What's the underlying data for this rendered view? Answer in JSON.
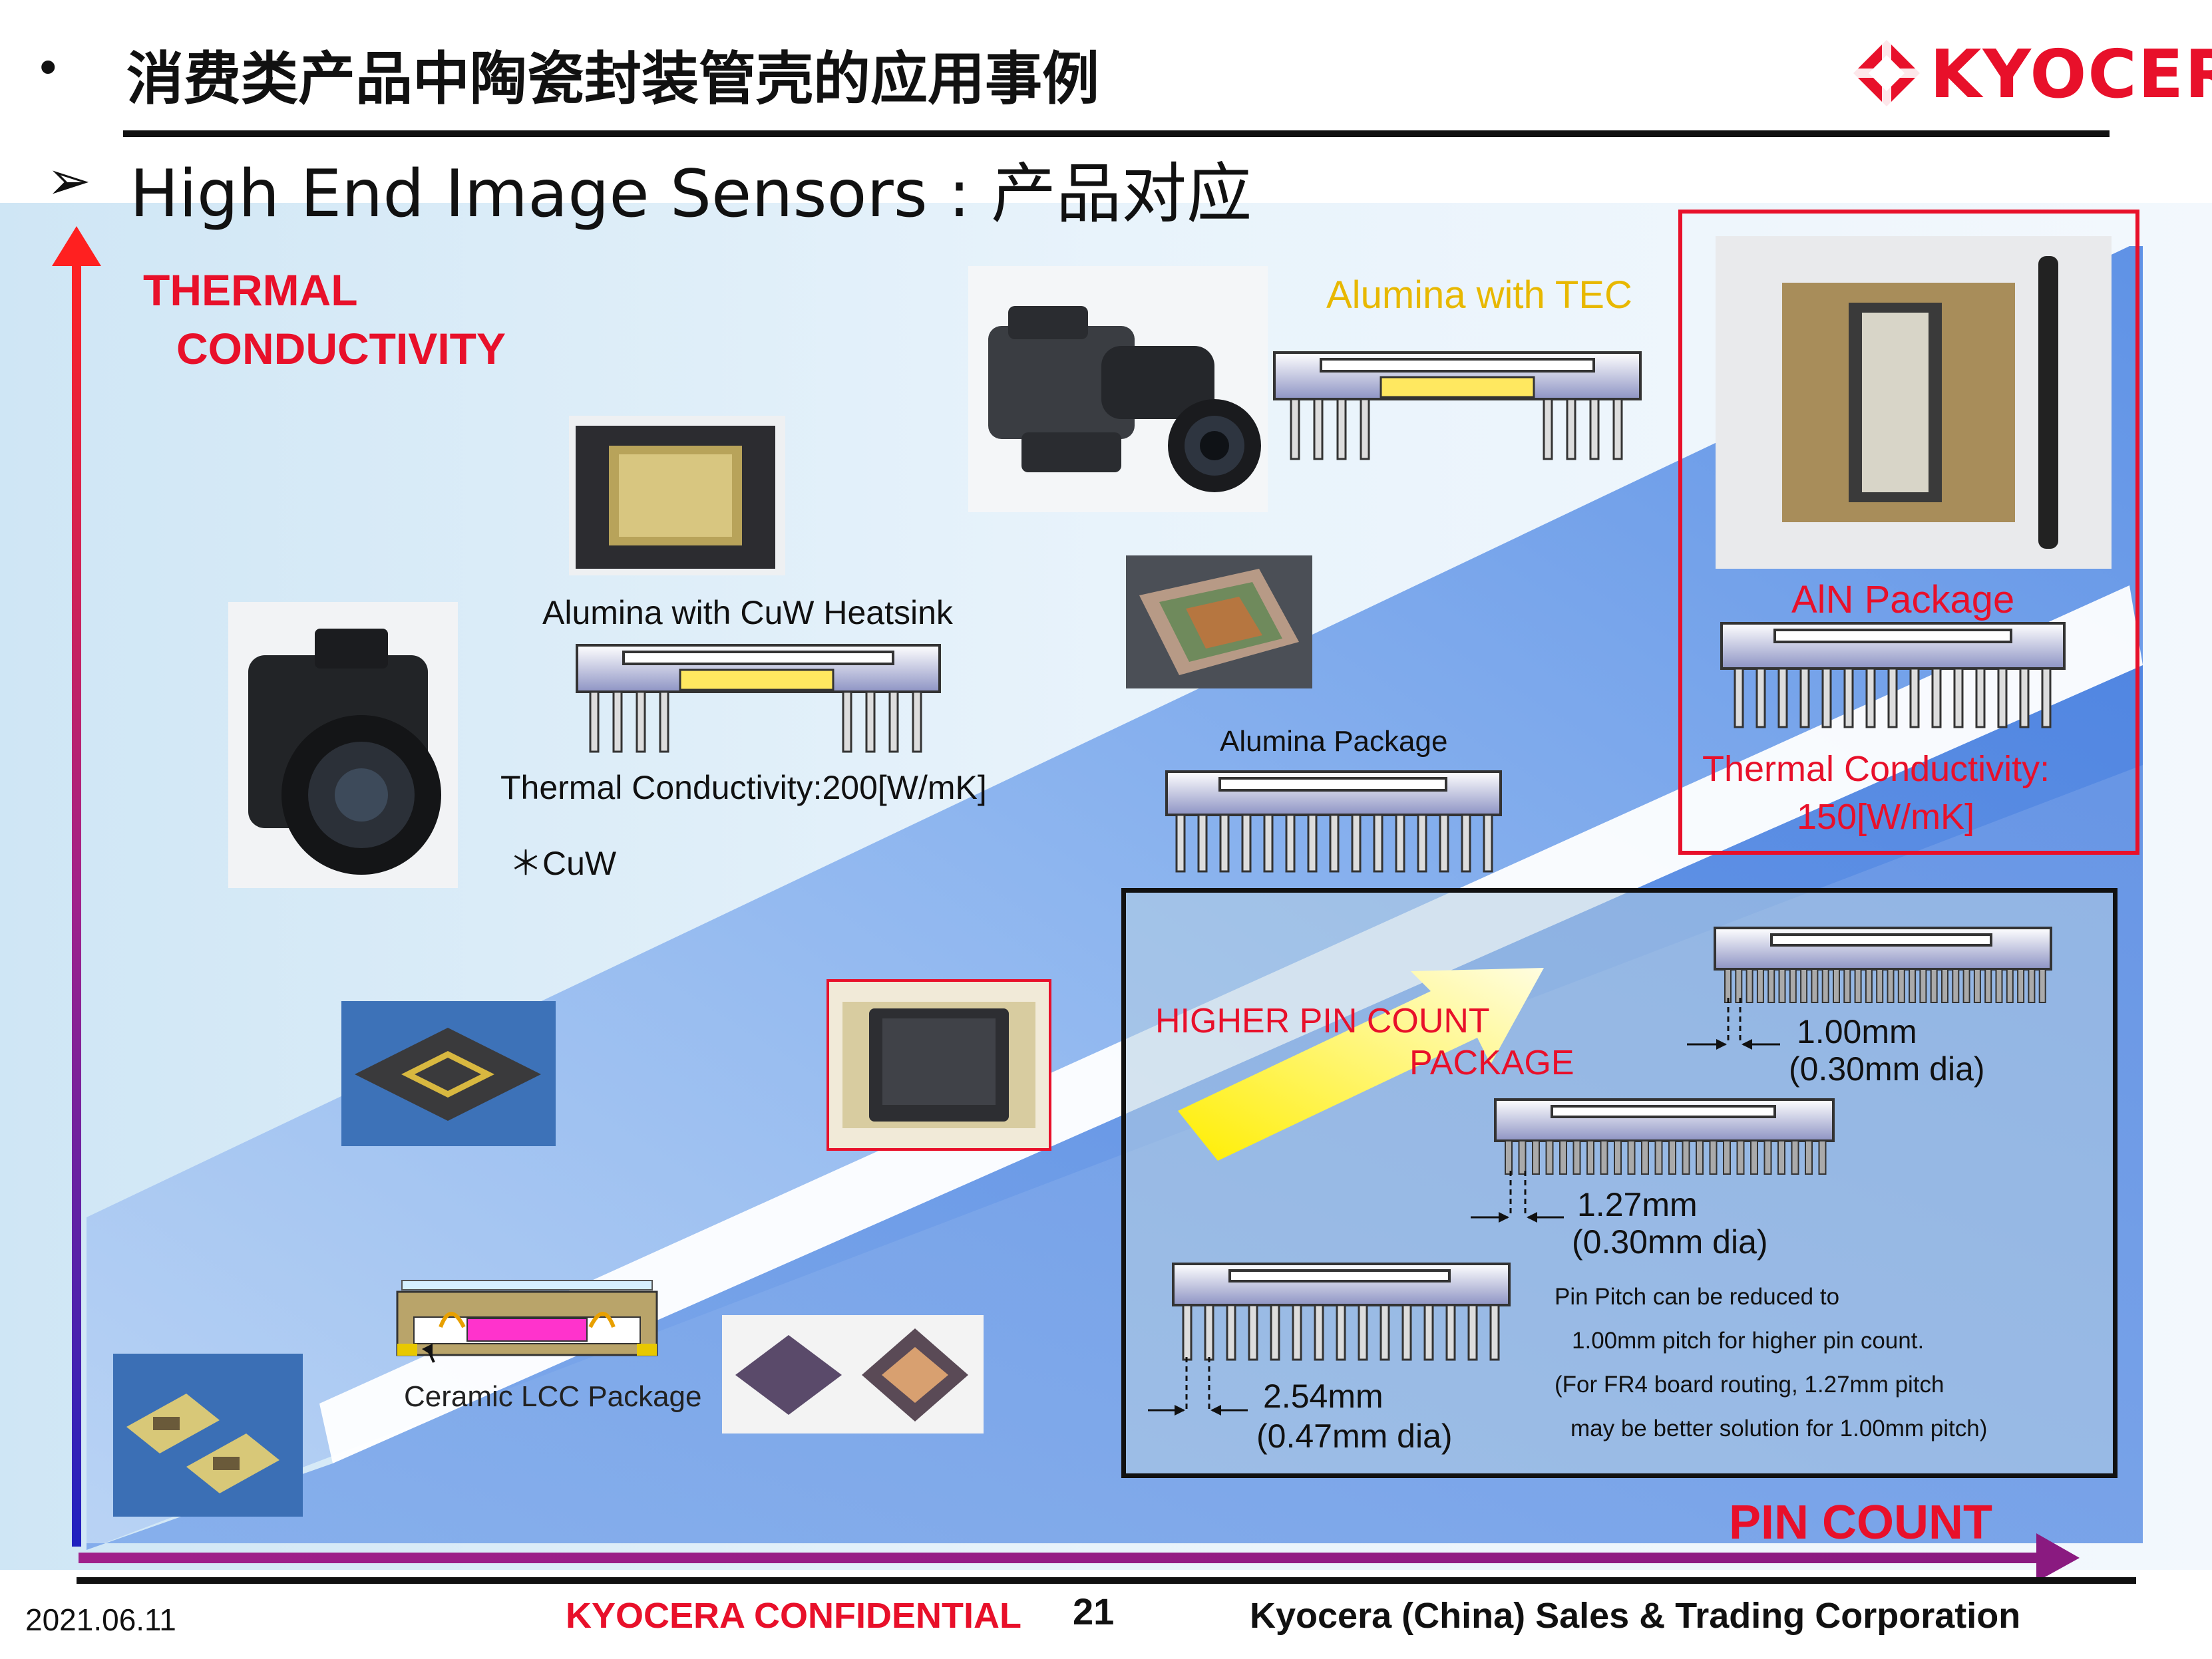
{
  "header": {
    "bullet": "•",
    "title": "消费类产品中陶瓷封装管壳的应用事例",
    "logo_text": "KYOCERa",
    "subtitle_marker": "➢",
    "subtitle": "High End Image Sensors : 产品对应"
  },
  "axes": {
    "y_label_line1": "THERMAL",
    "y_label_line2": "CONDUCTIVITY",
    "x_label": "PIN COUNT"
  },
  "labels": {
    "alumina_tec": "Alumina with TEC",
    "alumina_cuw": "Alumina with CuW Heatsink",
    "thermal_cuw": "Thermal Conductivity:200[W/mK]",
    "cuw_note": "＊CuW",
    "alumina_package": "Alumina Package",
    "aln_package": "AlN Package",
    "aln_thermal_line1": "Thermal Conductivity:",
    "aln_thermal_line2": "150[W/mK]",
    "ceramic_lcc": "Ceramic LCC Package",
    "higher_pin_line1": "HIGHER PIN COUNT",
    "higher_pin_line2": "PACKAGE",
    "pitch_100": "1.00mm",
    "pitch_100_dia": "(0.30mm dia)",
    "pitch_127": "1.27mm",
    "pitch_127_dia": "(0.30mm dia)",
    "pitch_254": "2.54mm",
    "pitch_254_dia": "(0.47mm dia)",
    "note_line1": "Pin Pitch can be reduced to",
    "note_line2": "1.00mm pitch for higher pin count.",
    "note_line3": "(For FR4 board routing, 1.27mm pitch",
    "note_line4": "may be better solution for 1.00mm pitch)"
  },
  "footer": {
    "date": "2021.06.11",
    "confidential": "KYOCERA CONFIDENTIAL",
    "page": "21",
    "company": "Kyocera (China) Sales & Trading Corporation"
  },
  "colors": {
    "accent_red": "#e8102a",
    "bg_blue": "#6fa0ee",
    "tec_yellow": "#e8b800",
    "arrow_purple": "#a0208a"
  }
}
